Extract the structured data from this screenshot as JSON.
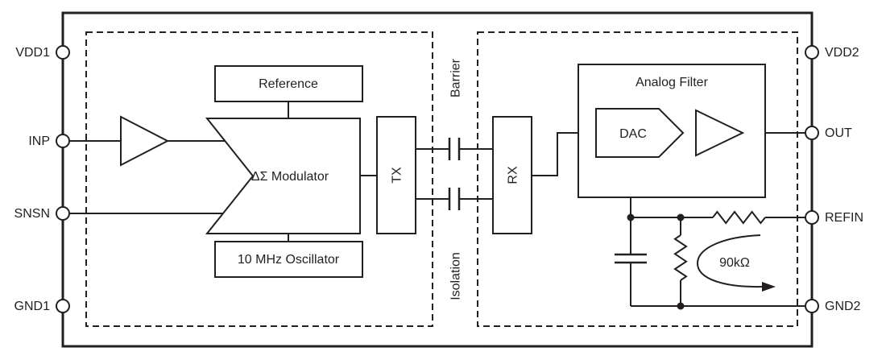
{
  "pins": {
    "left": [
      {
        "label": "VDD1"
      },
      {
        "label": "INP"
      },
      {
        "label": "SNSN"
      },
      {
        "label": "GND1"
      }
    ],
    "right": [
      {
        "label": "VDD2"
      },
      {
        "label": "OUT"
      },
      {
        "label": "REFIN"
      },
      {
        "label": "GND2"
      }
    ]
  },
  "blocks": {
    "reference_label": "Reference",
    "modulator_label": "ΔΣ Modulator",
    "oscillator_label": "10 MHz Oscillator",
    "tx_label": "TX",
    "rx_label": "RX",
    "analog_filter_label": "Analog Filter",
    "dac_label": "DAC"
  },
  "isolation": {
    "top_label": "Barrier",
    "bottom_label": "Isolation"
  },
  "annotations": {
    "resistance_label": "90kΩ"
  },
  "colors": {
    "line": "#231f20",
    "background": "#ffffff"
  }
}
